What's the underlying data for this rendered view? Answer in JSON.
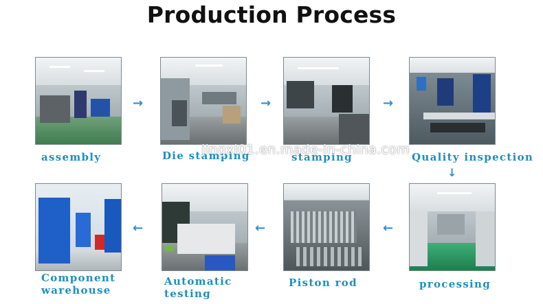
{
  "title": "Production Process",
  "watermark": "jingxi01.en.made-in-china.com",
  "steps": [
    {
      "label": "assembly"
    },
    {
      "label": "Die stamping"
    },
    {
      "label": "stamping"
    },
    {
      "label": "Quality inspection"
    },
    {
      "label": "processing"
    },
    {
      "label": "Piston rod"
    },
    {
      "label": "Automatic testing",
      "lines": [
        "Automatic",
        "testing"
      ]
    },
    {
      "label": "Component warehouse",
      "lines": [
        "Component",
        "warehouse"
      ]
    }
  ],
  "arrows": {
    "right": "→",
    "down": "↓",
    "left": "←"
  },
  "colors": {
    "label": "#1e8fbd",
    "arrow": "#2f8fd6",
    "title": "#111111"
  }
}
